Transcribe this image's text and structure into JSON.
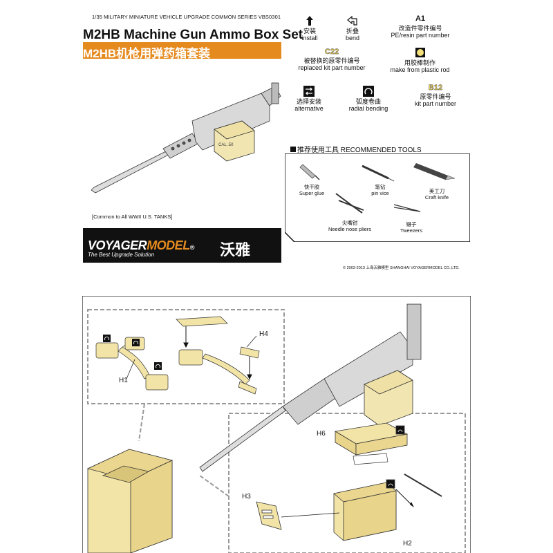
{
  "header": {
    "series": "1/35 MILITARY MINIATURE VEHICLE UPGRADE COMMON SERIES VBS0301",
    "title": "M2HB Machine Gun Ammo Box Set",
    "title_cn": "M2HB机枪用弹药箱套装",
    "common_note": "[Common to All WWII U.S. TANKS]"
  },
  "brand": {
    "name_part1": "VOYAGER",
    "name_part2": "MODEL",
    "reg": "®",
    "tagline": "The Best Upgrade Solution",
    "name_cn": "沃雅",
    "accent": "#e58a1f"
  },
  "legend": {
    "install_cn": "安装",
    "install_en": "install",
    "bend_cn": "折叠",
    "bend_en": "bend",
    "a1": "A1",
    "a1_cn": "改造件零件编号",
    "a1_en": "PE/resin part number",
    "c22": "C22",
    "c22_cn": "被替换的原零件编号",
    "c22_en": "replaced kit part number",
    "rod_cn": "用胶棒制作",
    "rod_en": "make from plastic rod",
    "alt_cn": "选择安装",
    "alt_en": "alternative",
    "radial_cn": "弧度卷曲",
    "radial_en": "radial bending",
    "b12": "B12",
    "b12_cn": "原零件编号",
    "b12_en": "kit part number"
  },
  "tools": {
    "heading": "推荐使用工具 RECOMMENDED TOOLS",
    "glue_cn": "快干胶",
    "glue_en": "Super glue",
    "pinvice_cn": "笔钻",
    "pinvice_en": "pin vice",
    "knife_cn": "美工刀",
    "knife_en": "Craft knife",
    "pliers_cn": "尖嘴钳",
    "pliers_en": "Needle nose pliers",
    "tweezers_cn": "镊子",
    "tweezers_en": "Tweezers"
  },
  "copyright": "© 2003-2013 上海沃雅模型 SHANGHAI VOYAGERMODEL CO.,LTD.",
  "parts": {
    "h1": "H1",
    "h2": "H2",
    "h3": "H3",
    "h4": "H4",
    "h6": "H6"
  }
}
